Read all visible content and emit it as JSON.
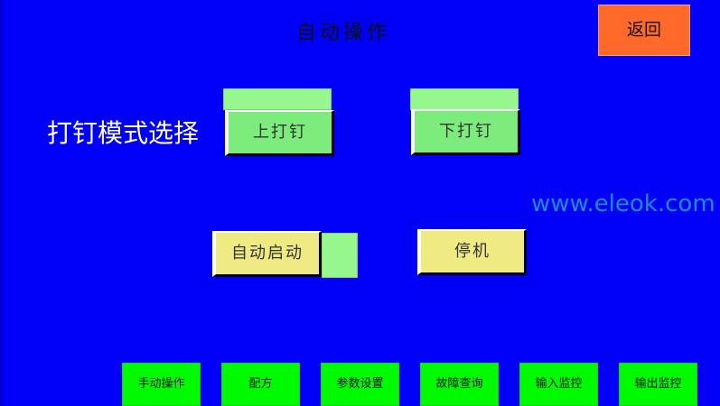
{
  "header": {
    "title": "自动操作",
    "back_label": "返回"
  },
  "watermark": "www.eleok.com",
  "mode_select": {
    "label": "打钉模式选择",
    "upper_label": "上打钉",
    "lower_label": "下打钉"
  },
  "controls": {
    "auto_start_label": "自动启动",
    "stop_label": "停机"
  },
  "bottom_nav": [
    {
      "label": "手动操作"
    },
    {
      "label": "配方"
    },
    {
      "label": "参数设置"
    },
    {
      "label": "故障查询"
    },
    {
      "label": "输入监控"
    },
    {
      "label": "输出监控"
    }
  ],
  "colors": {
    "background": "#0000f8",
    "back_button": "#ff6a2a",
    "mode_button": "#7ced7c",
    "indicator": "#98f890",
    "control_button": "#f0ea82",
    "nav_button": "#00fb00"
  }
}
